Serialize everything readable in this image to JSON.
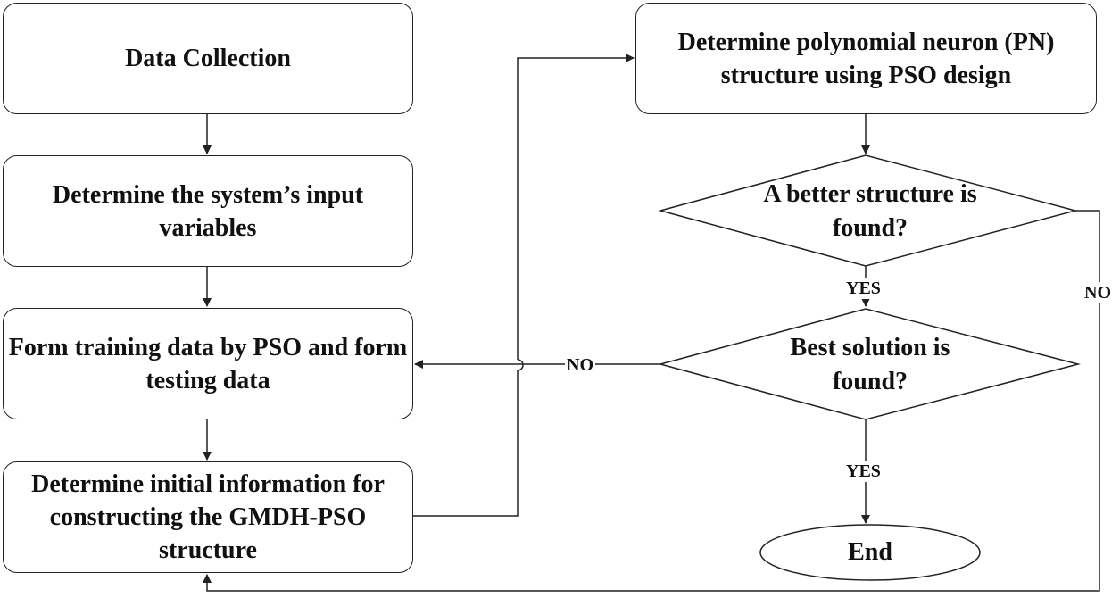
{
  "nodes": {
    "data_collection": "Data Collection",
    "input_variables": "Determine the system’s input variables",
    "form_training": "Form training data by PSO and form testing data",
    "initial_info": "Determine initial information for constructing the GMDH-PSO structure",
    "pn_structure": "Determine polynomial neuron (PN) structure using PSO design",
    "better_structure": "A better structure is found?",
    "best_solution": "Best solution is found?",
    "end": "End"
  },
  "labels": {
    "yes_better": "YES",
    "no_better": "NO",
    "no_best": "NO",
    "yes_best": "YES"
  },
  "colors": {
    "stroke": "#222222",
    "text": "#111111",
    "background": "#ffffff"
  }
}
